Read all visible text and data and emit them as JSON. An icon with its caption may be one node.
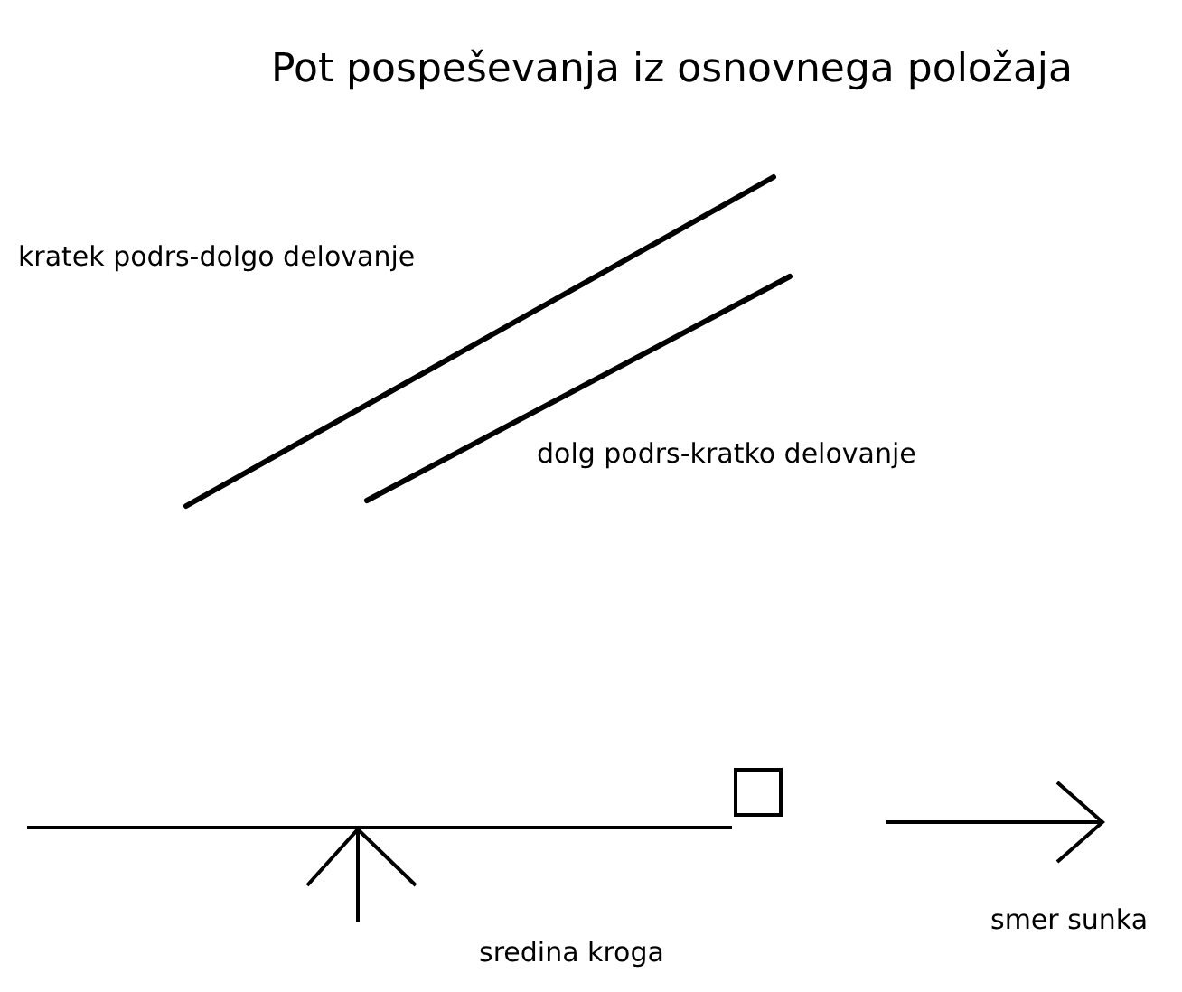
{
  "diagram": {
    "title": "Pot pospeševanja iz osnovnega položaja",
    "labels": [
      "kratek podrs-dolgo delovanje",
      "dolg podrs-kratko delovanje",
      "sredina kroga",
      "smer sunka"
    ]
  }
}
